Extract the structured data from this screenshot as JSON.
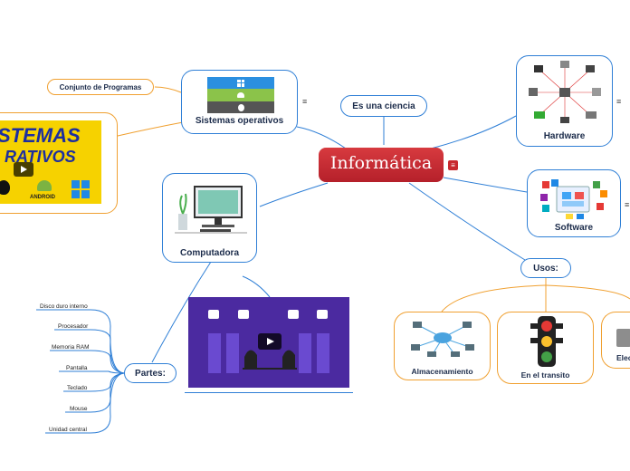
{
  "central": {
    "title": "Informática",
    "note_icon": "notes-icon"
  },
  "branches": {
    "so": {
      "label": "Sistemas operativos",
      "icon": "windows-android-apple-logos"
    },
    "ciencia": {
      "label": "Es una ciencia"
    },
    "hardware": {
      "label": "Hardware",
      "icon": "hardware-devices-illustration"
    },
    "software": {
      "label": "Software",
      "icon": "software-apps-illustration"
    },
    "usos": {
      "label": "Usos:"
    },
    "computadora": {
      "label": "Computadora",
      "icon": "desktop-computer-illustration"
    },
    "partes": {
      "label": "Partes:"
    }
  },
  "conjunto": {
    "label": "Conjunto de Programas"
  },
  "video_thumb": {
    "text_line1": "STEMAS",
    "text_line2": "RATIVOS",
    "android_text": "ANDROID"
  },
  "usos_items": [
    {
      "label": "Almacenamiento",
      "icon": "network-storage-icon"
    },
    {
      "label": "En el transito",
      "icon": "traffic-light-icon"
    },
    {
      "label": "Elec",
      "icon": "appliance-icon"
    }
  ],
  "partes_items": [
    "Disco duro interno",
    "Procesador",
    "Memoria RAM",
    "Pantalla",
    "Teclado",
    "Mouse",
    "Unidad central"
  ],
  "colors": {
    "central": "#c8292f",
    "branch": "#2f7fd6",
    "orange": "#f0a030",
    "video_bg": "#4b2aa0"
  }
}
